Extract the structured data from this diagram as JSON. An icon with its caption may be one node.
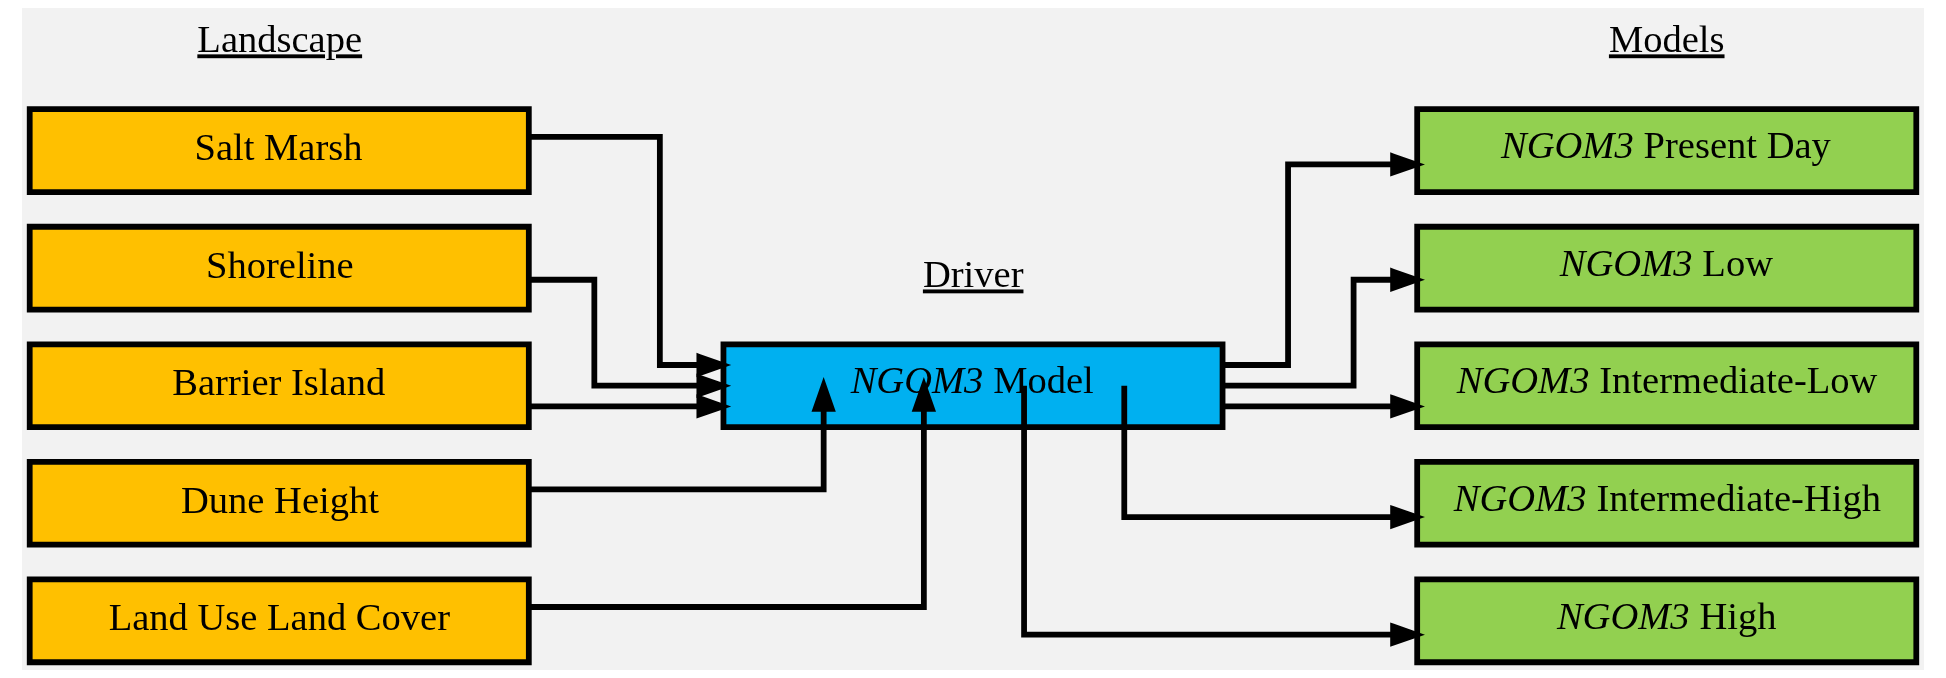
{
  "diagram": {
    "nodes": [
      {
        "text": [
          "Salt Marsh"
        ]
      },
      {
        "text": [
          "Shoreline"
        ]
      },
      {
        "text": [
          "Barrier Island"
        ]
      },
      {
        "text": [
          "Dune Height"
        ]
      },
      {
        "text": [
          "Land Use Land Cover"
        ]
      },
      {
        "text": [
          "*NGOM3* Model"
        ]
      },
      {
        "text": [
          "*NGOM3* Present Day"
        ]
      },
      {
        "text": [
          "*NGOM3* Low"
        ]
      },
      {
        "text": [
          "*NGOM3* Intermediate-Low"
        ]
      },
      {
        "text": [
          "*NGOM3* Intermediate-High"
        ]
      },
      {
        "text": [
          "*NGOM3* High"
        ]
      }
    ],
    "edges": [
      {
        "from": 0,
        "to": 5,
        "arrow": "to"
      },
      {
        "from": 1,
        "to": 5,
        "arrow": "to"
      },
      {
        "from": 2,
        "to": 5,
        "arrow": "to"
      },
      {
        "from": 3,
        "to": 5,
        "arrow": "to"
      },
      {
        "from": 4,
        "to": 5,
        "arrow": "to"
      },
      {
        "from": 5,
        "to": 6,
        "arrow": "to"
      },
      {
        "from": 5,
        "to": 7,
        "arrow": "to"
      },
      {
        "from": 5,
        "to": 8,
        "arrow": "to"
      },
      {
        "from": 5,
        "to": 9,
        "arrow": "to"
      },
      {
        "from": 5,
        "to": 10,
        "arrow": "to"
      }
    ],
    "labels": [
      "Landscape",
      "Driver",
      "Models"
    ]
  }
}
